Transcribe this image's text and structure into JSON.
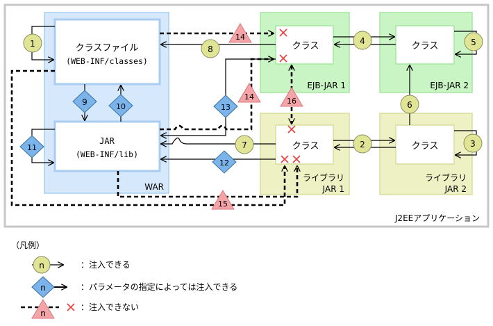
{
  "containers": {
    "j2ee": {
      "label": "J2EEアプリケーション"
    },
    "war": {
      "label": "WAR"
    },
    "ejb_jar_1": {
      "label": "EJB-JAR 1"
    },
    "ejb_jar_2": {
      "label": "EJB-JAR 2"
    },
    "lib_jar_1": {
      "label_line1": "ライブラリ",
      "label_line2": "JAR 1"
    },
    "lib_jar_2": {
      "label_line1": "ライブラリ",
      "label_line2": "JAR 2"
    }
  },
  "boxes": {
    "classfile": {
      "line1": "クラスファイル",
      "line2": "(WEB-INF/classes)"
    },
    "jar": {
      "line1": "JAR",
      "line2": "(WEB-INF/lib)"
    },
    "ejb1_class": {
      "label": "クラス"
    },
    "ejb2_class": {
      "label": "クラス"
    },
    "lib1_class": {
      "label": "クラス"
    },
    "lib2_class": {
      "label": "クラス"
    }
  },
  "markers": {
    "m1": "1",
    "m2": "2",
    "m3": "3",
    "m4": "4",
    "m5": "5",
    "m6": "6",
    "m7": "7",
    "m8": "8",
    "m9": "9",
    "m10": "10",
    "m11": "11",
    "m12": "12",
    "m13": "13",
    "m14a": "14",
    "m14b": "14",
    "m15": "15",
    "m16": "16"
  },
  "legend": {
    "title": "（凡例）",
    "sample_circle": "n",
    "sample_diamond": "n",
    "sample_triangle": "n",
    "item1": "：注入できる",
    "item2": "：パラメータの指定によっては注入できる",
    "item3": "：注入できない"
  },
  "colors": {
    "war_fill": "#d6e8fb",
    "war_border": "#a9cdf2",
    "ejb_fill": "#c9f5c4",
    "ejb_border": "#a6e6a0",
    "lib_fill": "#eef1c4",
    "lib_border": "#d8dd9c",
    "circle_fill": "#e0e596",
    "diamond_fill": "#7ab4ea",
    "triangle_fill": "#f4a3a7",
    "cross": "#e8403f",
    "frame": "#c7c7c7"
  }
}
